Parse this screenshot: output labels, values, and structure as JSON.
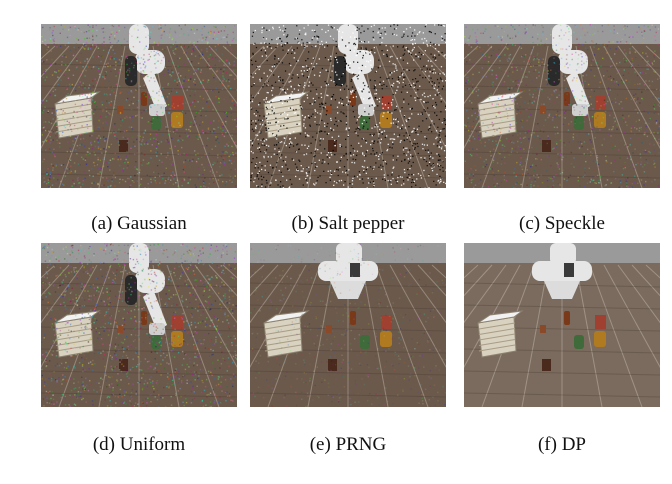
{
  "figure": {
    "panels": [
      {
        "id": "a",
        "caption": "(a) Gaussian",
        "noise": "gaussian",
        "robot_pose": "reaching"
      },
      {
        "id": "b",
        "caption": "(b) Salt pepper",
        "noise": "salt-pepper",
        "robot_pose": "reaching"
      },
      {
        "id": "c",
        "caption": "(c) Speckle",
        "noise": "speckle",
        "robot_pose": "reaching"
      },
      {
        "id": "d",
        "caption": "(d) Uniform",
        "noise": "uniform",
        "robot_pose": "reaching"
      },
      {
        "id": "e",
        "caption": "(e) PRNG",
        "noise": "prng",
        "robot_pose": "raised"
      },
      {
        "id": "f",
        "caption": "(f) DP",
        "noise": "none",
        "robot_pose": "raised"
      }
    ]
  },
  "colors": {
    "floor": "#6b5a4c",
    "wall": "#9a9a9a",
    "robot": "#e6e6e6",
    "basket": "#d9d2c0"
  }
}
